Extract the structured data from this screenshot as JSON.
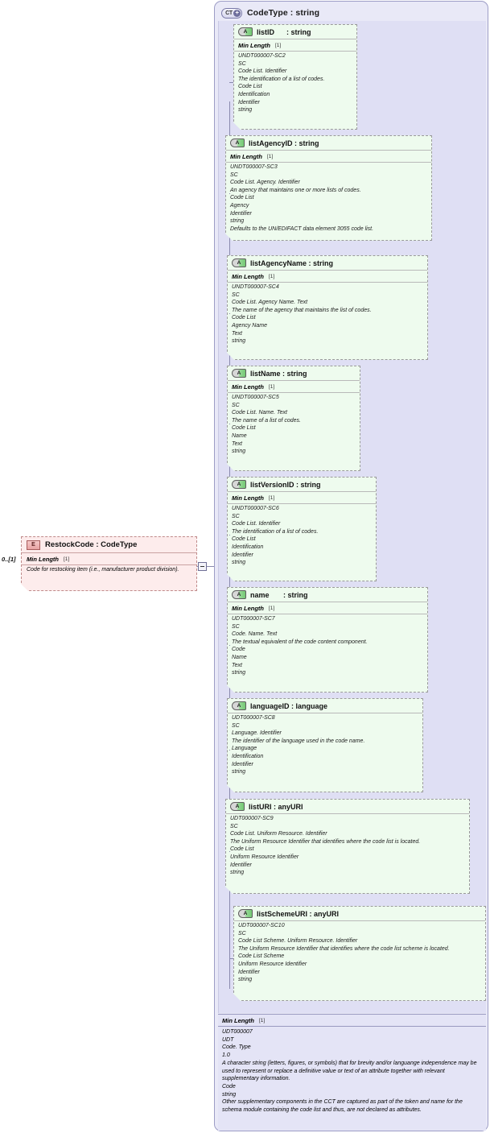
{
  "complex_type": {
    "badge": "CT",
    "badge_icon": "plus-circle-icon",
    "title": "CodeType : string",
    "footer": {
      "facet_name": "Min Length",
      "facet_value": "[1]",
      "lines": [
        "UDT000007",
        "UDT",
        "Code. Type",
        "1.0",
        "A character string (letters, figures, or symbols) that for brevity and/or languange independence may be used to represent or replace a definitive value or text of an attribute together with relevant supplementary information.",
        "Code",
        "string",
        "Other supplementary components in the CCT are captured as part of the token and name for the schema module containing the code list and thus, are not declared as attributes."
      ]
    }
  },
  "element": {
    "badge": "E",
    "name": "RestockCode : CodeType",
    "cardinality": "0..[1]",
    "facet_name": "Min Length",
    "facet_value": "[1]",
    "documentation": "Code for restocking item (i.e., manufacturer product division)."
  },
  "attributes": [
    {
      "badge": "A",
      "name": "listID",
      "type": ": string",
      "facet_name": "Min Length",
      "facet_value": "[1]",
      "lines": [
        "UNDT000007-SC2",
        "SC",
        "Code List. Identifier",
        "The identification of a list of codes.",
        "Code List",
        "Identification",
        "Identifier",
        "string"
      ]
    },
    {
      "badge": "A",
      "name": "listAgencyID",
      "type": ": string",
      "facet_name": "Min Length",
      "facet_value": "[1]",
      "lines": [
        "UNDT000007-SC3",
        "SC",
        "Code List. Agency. Identifier",
        "An agency that maintains one or more lists of codes.",
        "Code List",
        "Agency",
        "Identifier",
        "string",
        "Defaults to the UN/EDIFACT data element 3055 code list."
      ]
    },
    {
      "badge": "A",
      "name": "listAgencyName",
      "type": ": string",
      "facet_name": "Min Length",
      "facet_value": "[1]",
      "lines": [
        "UNDT000007-SC4",
        "SC",
        "Code List. Agency Name. Text",
        "The name of the agency that maintains the list of codes.",
        "Code List",
        "Agency Name",
        "Text",
        "string"
      ]
    },
    {
      "badge": "A",
      "name": "listName",
      "type": ": string",
      "facet_name": "Min Length",
      "facet_value": "[1]",
      "lines": [
        "UNDT000007-SC5",
        "SC",
        "Code List. Name. Text",
        "The name of a list of codes.",
        "Code List",
        "Name",
        "Text",
        "string"
      ]
    },
    {
      "badge": "A",
      "name": "listVersionID",
      "type": ": string",
      "facet_name": "Min Length",
      "facet_value": "[1]",
      "lines": [
        "UNDT000007-SC6",
        "SC",
        "Code List. Identifier",
        "The identification of a list of codes.",
        "Code List",
        "Identification",
        "Identifier",
        "string"
      ]
    },
    {
      "badge": "A",
      "name": "name",
      "type": ": string",
      "facet_name": "Min Length",
      "facet_value": "[1]",
      "lines": [
        "UDT000007-SC7",
        "SC",
        "Code. Name. Text",
        "The textual equivalent of the code content component.",
        "Code",
        "Name",
        "Text",
        "string"
      ]
    },
    {
      "badge": "A",
      "name": "languageID",
      "type": ": language",
      "facet_name": null,
      "facet_value": null,
      "lines": [
        "UDT000007-SC8",
        "SC",
        "Language. Identifier",
        "The identifier of the language used in the code name.",
        "Language",
        "Identification",
        "Identifier",
        "string"
      ]
    },
    {
      "badge": "A",
      "name": "listURI",
      "type": ": anyURI",
      "facet_name": null,
      "facet_value": null,
      "lines": [
        "UDT000007-SC9",
        "SC",
        "Code List. Uniform Resource. Identifier",
        "The Uniform Resource Identifier that identifies where the code list is located.",
        "Code List",
        "Uniform Resource Identifier",
        "Identifier",
        "string"
      ]
    },
    {
      "badge": "A",
      "name": "listSchemeURI",
      "type": ": anyURI",
      "facet_name": null,
      "facet_value": null,
      "lines": [
        "UDT000007-SC10",
        "SC",
        "Code List Scheme. Uniform Resource. Identifier",
        "The Uniform Resource Identifier that identifies where the code list scheme is located.",
        "Code List Scheme",
        "Uniform Resource Identifier",
        "Identifier",
        "string"
      ]
    }
  ],
  "connector": {
    "icon": "collapse-minus-icon"
  },
  "colors": {
    "container_bg": "#e9e9f7",
    "attr_panel_bg": "#dfdff4",
    "attr_box_bg": "#eefbee",
    "element_box_bg": "#fdecec",
    "line": "#8a8aae"
  }
}
